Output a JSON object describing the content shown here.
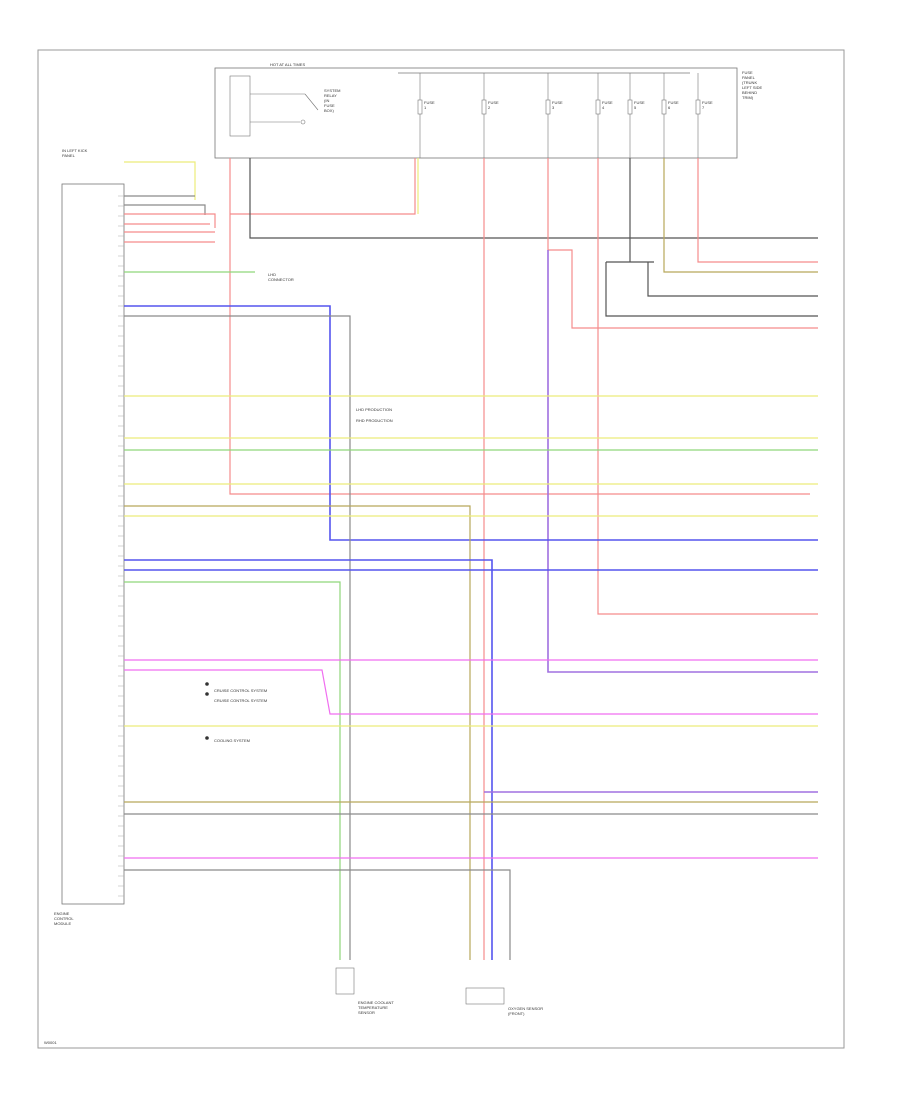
{
  "colors": {
    "red": "#f58c8c",
    "blue": "#5555ee",
    "yellow": "#ecec7a",
    "green": "#8fd67a",
    "magenta": "#f06ef0",
    "violet": "#a070e0",
    "gray": "#8a8a8a",
    "dark": "#555555",
    "olive": "#b8a85a",
    "black": "#333333"
  },
  "labels": {
    "fuse_box": "HOT AT ALL TIMES",
    "fuse_box_desc": "FUSE\nPANEL\n(TRUNK\nLEFT SIDE\nBEHIND\nTRIM)",
    "relay_desc": "SYSTEM\nRELAY\n(IN\nFUSE\nBOX)",
    "left_module": "IN LEFT KICK\nPANEL",
    "ecm": "ENGINE\nCONTROL\nMODULE",
    "splice_a": "LHD\nCONNECTOR",
    "legend_note_1": "LHD PRODUCTION",
    "legend_note_2": "RHD PRODUCTION",
    "note_cruise_1": "CRUISE CONTROL SYSTEM",
    "note_cruise_2": "CRUISE CONTROL SYSTEM",
    "note_cooling": "COOLING SYSTEM",
    "bottom_left_device": "ENGINE COOLANT\nTEMPERATURE\nSENSOR",
    "bottom_right_device": "OXYGEN SENSOR\n(FRONT)",
    "footer_id": "W0001"
  },
  "fuses": [
    {
      "label": "FUSE\n1"
    },
    {
      "label": "FUSE\n2"
    },
    {
      "label": "FUSE\n3"
    },
    {
      "label": "FUSE\n4"
    },
    {
      "label": "FUSE\n5"
    },
    {
      "label": "FUSE\n6"
    },
    {
      "label": "FUSE\n7"
    }
  ]
}
